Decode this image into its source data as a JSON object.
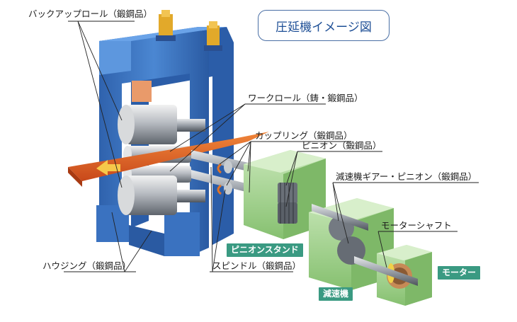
{
  "title": "圧延機イメージ図",
  "labels": {
    "backup_roll": "バックアップロール（鍛鋼品）",
    "work_roll": "ワークロール（鋳・鍛鋼品）",
    "coupling": "カップリング（鍛鋼品）",
    "pinion": "ピニオン（鍛鋼品）",
    "reducer_gear": "減速機ギアー・ピニオン（鍛鋼品）",
    "motor_shaft": "モーターシャフト",
    "housing": "ハウジング（鍛鋼品）",
    "spindle": "スピンドル（鍛鋼品）"
  },
  "tags": {
    "pinion_stand": "ピニオンスタンド",
    "reducer": "減速機",
    "motor": "モーター"
  },
  "colors": {
    "title_border": "#4a6fa5",
    "title_text": "#1e4f96",
    "tag_bg": "#3a9a82",
    "housing_blue": "#3f79c4",
    "box_green": "#9fd08c",
    "strip_orange": "#e05a1c"
  }
}
